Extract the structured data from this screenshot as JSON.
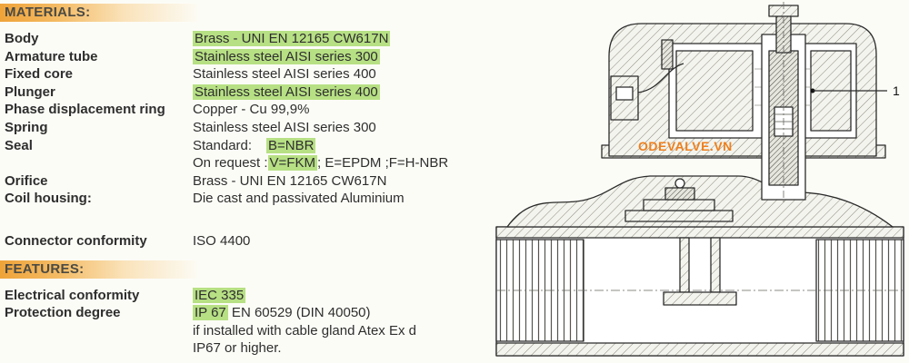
{
  "colors": {
    "highlight_green": "#b7e084",
    "header_gradient_orange": "#efa339",
    "watermark_orange": "#ee7f1d",
    "text": "#2e2e2e"
  },
  "materials": {
    "header": "MATERIALS:",
    "rows": [
      {
        "label": "Body",
        "value": "Brass - UNI EN 12165 CW617N",
        "highlight": true
      },
      {
        "label": "Armature tube",
        "value": "Stainless steel AISI series 300",
        "highlight": true
      },
      {
        "label": "Fixed core",
        "value": "Stainless steel AISI series 400",
        "highlight": false
      },
      {
        "label": "Plunger",
        "value": "Stainless steel AISI series 400",
        "highlight": true
      },
      {
        "label": "Phase displacement ring",
        "value": "Copper - Cu 99,9%",
        "highlight": false
      },
      {
        "label": "Spring",
        "value": "Stainless steel AISI series 300",
        "highlight": false
      },
      {
        "label": "Seal",
        "value_pre": "Standard:",
        "value_hl": "B=NBR"
      },
      {
        "label": "",
        "value_pre": "On request :",
        "value_hl": "V=FKM",
        "value_post": "; E=EPDM ;F=H-NBR"
      },
      {
        "label": "Orifice",
        "value": "Brass - UNI EN 12165 CW617N",
        "highlight": false
      },
      {
        "label": "Coil housing:",
        "value": "Die cast and passivated Aluminium",
        "highlight": false
      }
    ],
    "connector_row": {
      "label": "Connector conformity",
      "value": "ISO 4400"
    }
  },
  "features": {
    "header": "FEATURES:",
    "rows": [
      {
        "label": "Electrical conformity",
        "value_hl": "IEC 335"
      },
      {
        "label": "Protection degree",
        "value_hl": "IP 67",
        "value_post": " EN 60529 (DIN 40050)"
      },
      {
        "label": "",
        "value": "if installed with cable gland Atex Ex d"
      },
      {
        "label": "",
        "value": "IP67 or higher."
      }
    ]
  },
  "drawing": {
    "watermark": "ODEVALVE.VN",
    "callout_label": "1"
  }
}
